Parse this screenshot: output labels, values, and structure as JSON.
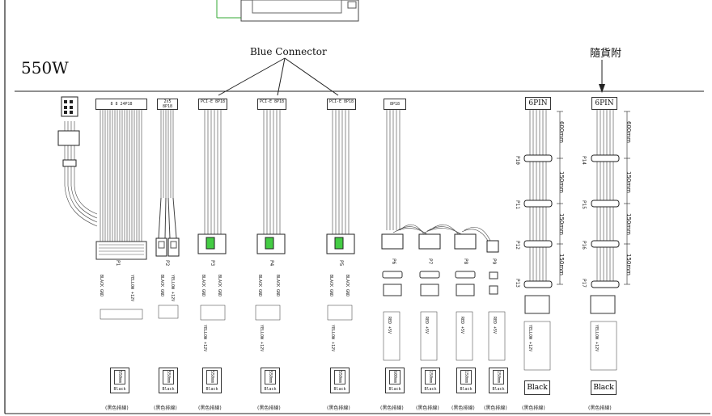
{
  "title": "550W",
  "blue_connector_label": "Blue Connector",
  "accessory_label": "隨貨附",
  "connectors": [
    {
      "id": "p1",
      "header": "8 8  24P18",
      "code": "P1",
      "color": "Black",
      "length": "550mm",
      "footer": "(黑色排線)"
    },
    {
      "id": "p2",
      "header": "2x5  8P18",
      "code": "P2",
      "color": "Black",
      "length": "550mm",
      "footer": "(黑色排線)"
    },
    {
      "id": "p3",
      "header": "PCI-E  8P18",
      "code": "P3",
      "color": "Black",
      "length": "550mm",
      "footer": "(黑色排線)"
    },
    {
      "id": "p4",
      "header": "PCI-E  8P18",
      "code": "P4",
      "color": "Black",
      "length": "550mm",
      "footer": "(黑色排線)"
    },
    {
      "id": "p5",
      "header": "PCI-E  8P18",
      "code": "P5",
      "color": "Black",
      "length": "550mm",
      "footer": "(黑色排線)"
    },
    {
      "id": "p6",
      "header": "8P18",
      "code": "P6",
      "color": "Black",
      "length": "600mm",
      "footer": "(黑色排線)"
    },
    {
      "id": "p7",
      "code": "P7",
      "color": "Black",
      "length": "150mm",
      "footer": "(黑色排線)"
    },
    {
      "id": "p8",
      "code": "P8",
      "color": "Black",
      "length": "150mm",
      "footer": "(黑色排線)"
    },
    {
      "id": "p9",
      "code": "P9",
      "color": "Black",
      "length": "150mm",
      "footer": "(黑色排線)"
    }
  ],
  "sixpin_groups": [
    {
      "id": "g1",
      "header": "6PIN",
      "labels": [
        "P10",
        "P11",
        "P12",
        "P13"
      ],
      "dims": [
        "600mm",
        "150mm",
        "150mm",
        "150mm"
      ],
      "color": "Black",
      "footer": "(黑色排線)"
    },
    {
      "id": "g2",
      "header": "6PIN",
      "labels": [
        "P14",
        "P15",
        "P16",
        "P17"
      ],
      "dims": [
        "600mm",
        "150mm",
        "150mm",
        "150mm"
      ],
      "color": "Black",
      "footer": "(黑色排線)"
    }
  ],
  "pin_text": {
    "black_gnd": "BLACK  GND",
    "yellow_12v": "YELLOW  +12V",
    "red_5v": "RED  +5V"
  }
}
